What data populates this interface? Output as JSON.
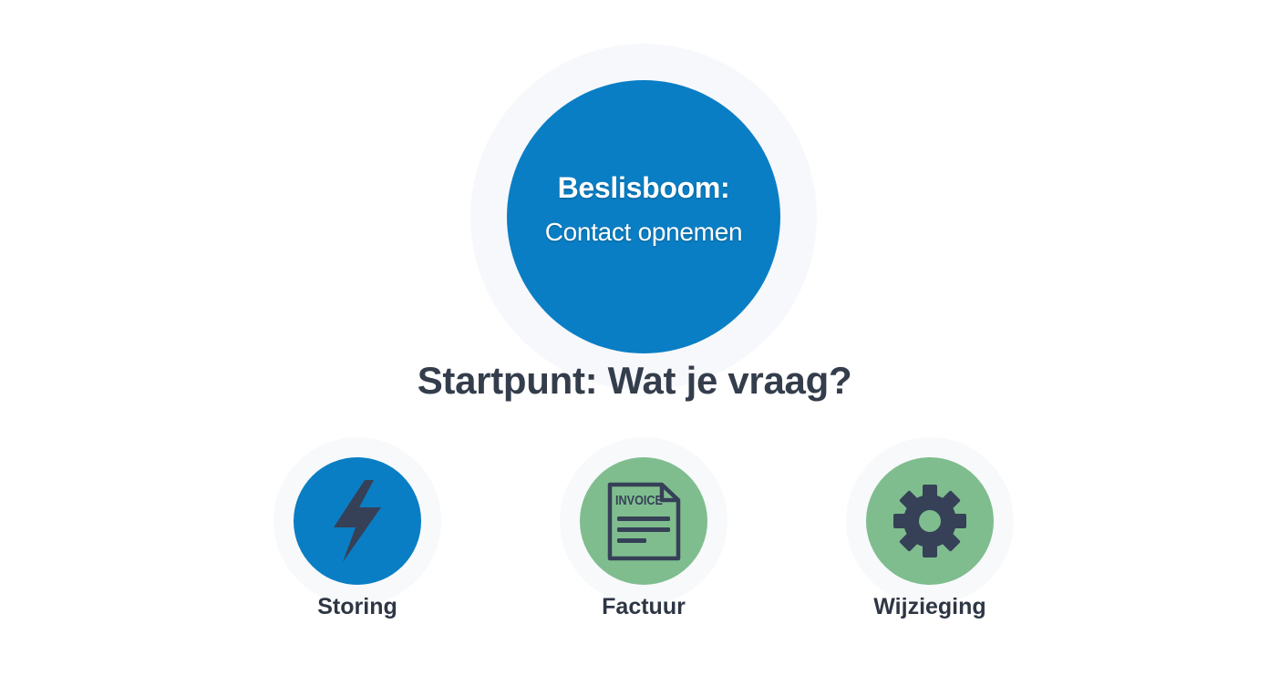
{
  "hero": {
    "line1": "Beslisboom:",
    "line2": "Contact opnemen",
    "color": "#0a7ec4"
  },
  "question": "Startpunt: Wat je vraag?",
  "options": [
    {
      "label": "Storing",
      "icon": "lightning-bolt-icon",
      "color": "#0a7ec4"
    },
    {
      "label": "Factuur",
      "icon": "invoice-icon",
      "icon_text": "INVOICE",
      "color": "#7fbd8e"
    },
    {
      "label": "Wijzieging",
      "icon": "gear-icon",
      "color": "#7fbd8e"
    }
  ],
  "icon_color": "#364057"
}
